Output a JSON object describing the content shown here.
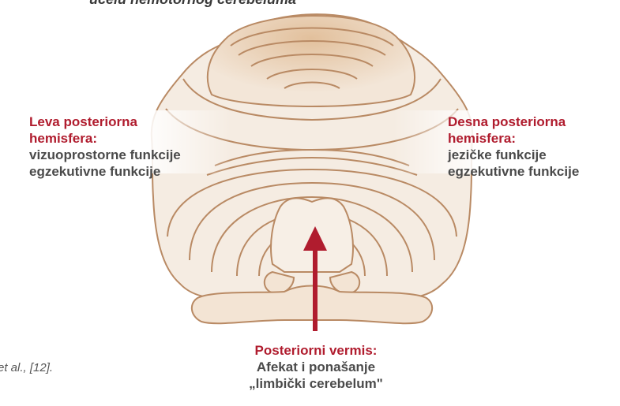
{
  "title": "ućelu nemotornog cerebeluma",
  "left_label": {
    "heading_line1": "Leva posteriorna",
    "heading_line2": "hemisfera:",
    "line1": "vizuoprostorne funkcije",
    "line2": "egzekutivne funkcije"
  },
  "right_label": {
    "heading_line1": "Desna posteriorna",
    "heading_line2": "hemisfera:",
    "line1": "jezičke funkcije",
    "line2": "egzekutivne funkcije"
  },
  "bottom_label": {
    "heading": "Posteriorni vermis:",
    "line1": "Afekat i ponašanje",
    "line2": "„limbički cerebelum\""
  },
  "citation": "et al., [12].",
  "colors": {
    "accent_red": "#b01c2e",
    "outline_brown": "#b98a64",
    "fill_light": "#f5ece2",
    "fill_mid": "#edd9c4",
    "fill_dark": "#e4c4a2"
  }
}
